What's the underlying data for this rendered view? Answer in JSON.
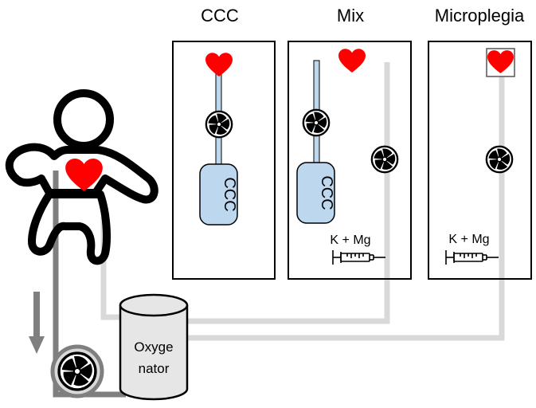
{
  "panels": {
    "ccc": {
      "title": "CCC",
      "reservoir_label": "CCC"
    },
    "mix": {
      "title": "Mix",
      "reservoir_label": "CCC",
      "additive_label": "K + Mg"
    },
    "microplegia": {
      "title": "Microplegia",
      "additive_label": "K + Mg"
    }
  },
  "oxygenator": {
    "line1": "Oxyge",
    "line2": "nator"
  },
  "colors": {
    "heart": "#ff0000",
    "reservoir_fill": "#bdd7ee",
    "cardioplegia_line": "#bdd7ee",
    "blood_line": "#d9d9d9",
    "venous_line": "#7f7f7f",
    "oxygenator_fill": "#e6e6e6"
  }
}
